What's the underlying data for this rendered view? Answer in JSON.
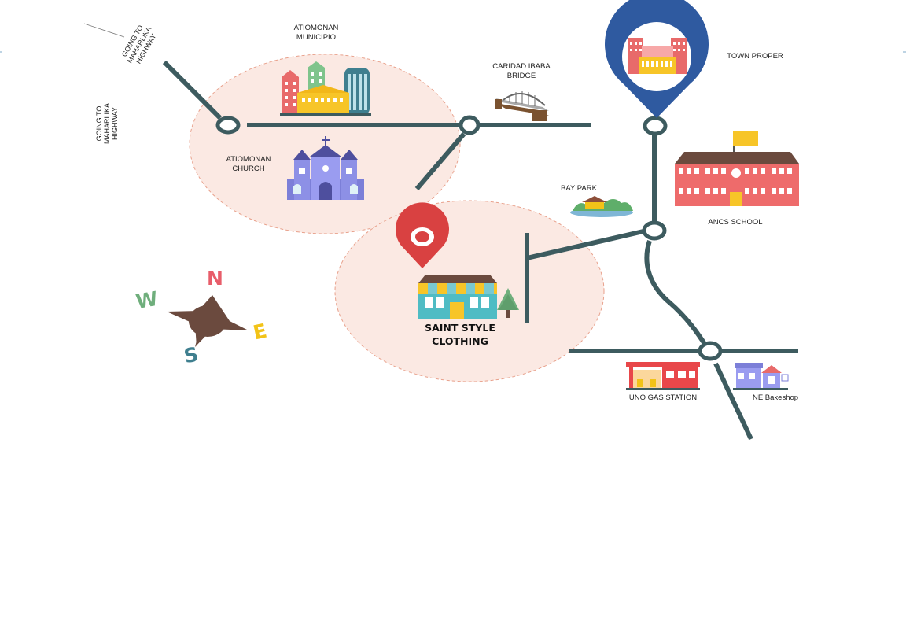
{
  "labels": {
    "municipio": [
      "ATIOMONAN",
      "MUNICIPIO"
    ],
    "bridge": [
      "CARIDAD IBABA",
      "BRIDGE"
    ],
    "town_proper": "TOWN PROPER",
    "church": [
      "ATIOMONAN",
      "CHURCH"
    ],
    "bay_park": "BAY PARK",
    "school": "ANCS SCHOOL",
    "store": [
      "SAINT STYLE",
      "CLOTHING"
    ],
    "gas_station": "UNO GAS STATION",
    "bakeshop": "NE Bakeshop",
    "highway_top": [
      "GOING TO",
      "MAHARLIKA",
      "HIGHWAY"
    ],
    "highway_left": [
      "GOING TO",
      "MAHARLIKA",
      "HIGHWAY"
    ]
  },
  "compass": {
    "north": "N",
    "east": "E",
    "south": "S",
    "west": "W"
  },
  "colors": {
    "road": "#3d5b5f",
    "zone_fill": "#fbe9e3",
    "zone_stroke": "#e8a18c",
    "pin_blue": "#2f5aa0",
    "pin_red": "#d94141",
    "compass": "#6b4a3e",
    "north": "#e85d6a",
    "east": "#f2c318",
    "south": "#3f7f8f",
    "west": "#6fae7c"
  },
  "icons": [
    "municipio-buildings-icon",
    "church-icon",
    "bridge-icon",
    "town-proper-pin-icon",
    "school-icon",
    "bay-park-icon",
    "store-pin-icon",
    "clothing-store-icon",
    "pine-tree-icon",
    "gas-station-icon",
    "bakeshop-icon",
    "compass-icon"
  ]
}
